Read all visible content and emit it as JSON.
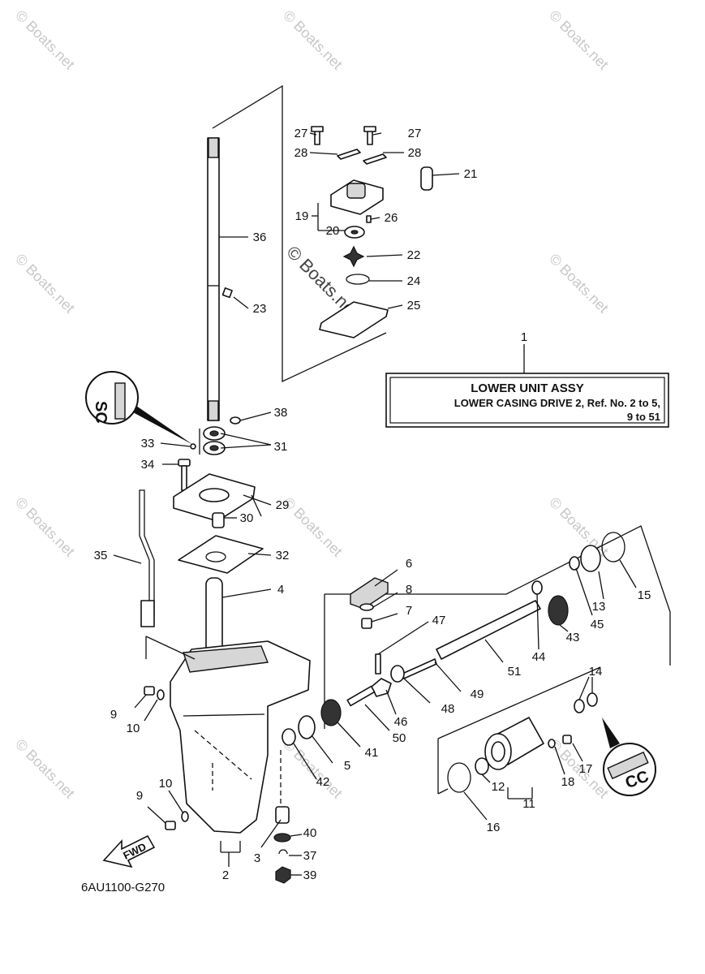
{
  "watermark": "© Boats.net",
  "ref_box": {
    "title": "LOWER UNIT ASSY",
    "line1": "LOWER CASING DRIVE 2,  Ref. No. 2 to 5,",
    "line2": "9 to 51"
  },
  "drawing_code": "6AU1100-G270",
  "fwd_label": "FWD",
  "sealant_marks": [
    "SC",
    "CC"
  ],
  "callouts": [
    "1",
    "2",
    "3",
    "4",
    "5",
    "6",
    "7",
    "8",
    "9",
    "9",
    "10",
    "10",
    "11",
    "12",
    "13",
    "14",
    "15",
    "16",
    "17",
    "18",
    "19",
    "20",
    "21",
    "22",
    "23",
    "24",
    "25",
    "26",
    "27",
    "27",
    "28",
    "28",
    "29",
    "30",
    "31",
    "32",
    "33",
    "34",
    "35",
    "36",
    "37",
    "38",
    "39",
    "40",
    "41",
    "42",
    "43",
    "44",
    "45",
    "46",
    "47",
    "48",
    "49",
    "50",
    "51"
  ]
}
